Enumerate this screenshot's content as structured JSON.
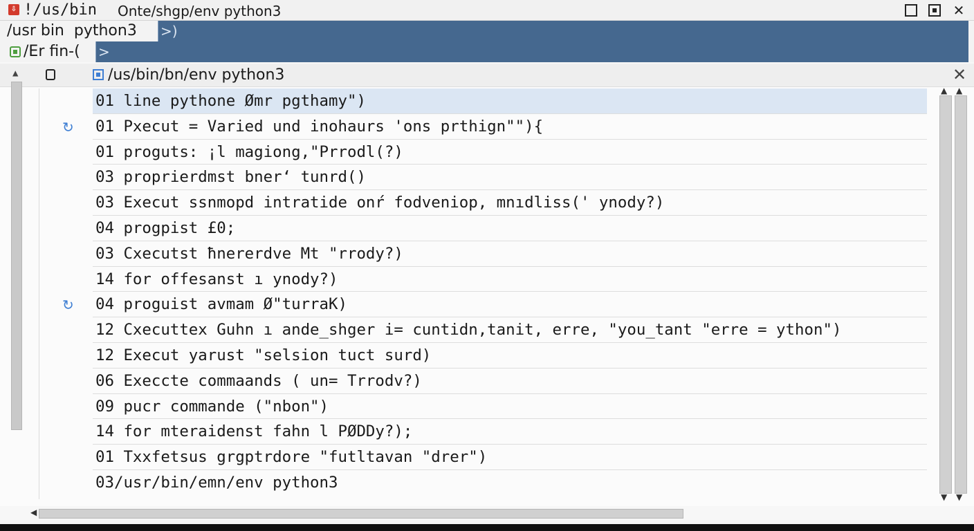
{
  "window": {
    "title_left": "!/us/bin",
    "title_right": "Onte/shgp/env python3",
    "app_icon_glyph": "⇩"
  },
  "pathbar1": {
    "text": "/usr bin  python3",
    "chevron": ">)"
  },
  "pathbar2": {
    "text": "/Er fin-(",
    "chevron": ">"
  },
  "editor": {
    "tab_title": "/us/bin/bn/env python3",
    "lines": [
      "01 line pythone Ømr pgthamy\")",
      "01 Pxecut = Varied und inohaurs 'ons prthign\"\"){",
      "01 proguts: ¡l magiong,\"Prrodl(?)",
      "03 proprierdmst bnerʻ tunrd()",
      "03 Execut ssnmopd intratide onŕ fodveniop, mnıdliss(' ynody?)",
      "04 progpist £0;",
      "03 Cxecutst ħnererdve Mt \"rrody?)",
      "14 for offesanst ı ynody?)",
      "04 proguist avmam Ø\"turraK)",
      "12 Cxecuttex Guhn ı ande_shger i= cuntidn,tanit, erre, \"you_tant \"erre = ython\")",
      "12 Execut yarust \"selsion tuct surd)",
      "06 Execcte commaands ( un= Trrodv?)",
      "09 pucr commande (\"nbon\")",
      "14 for mteraidenst fahn l PØDDy?);",
      "01 Txxfetsus grgptrdore \"futltavan \"drer\")",
      "03/usr/bin/emn/env python3"
    ],
    "gutter_icon": "↻"
  }
}
